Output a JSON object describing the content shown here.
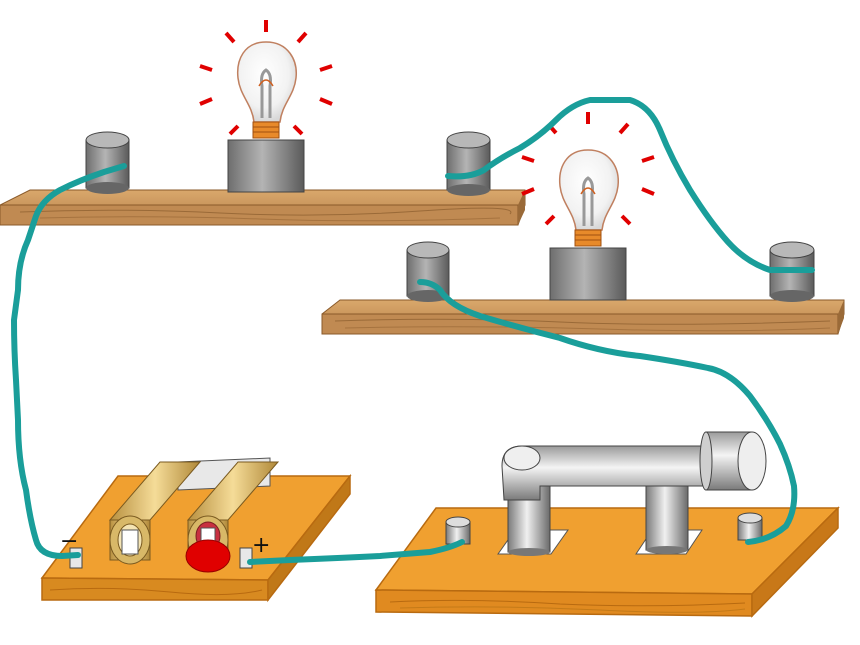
{
  "colors": {
    "wire": "#1a9e9a",
    "shelf": "#c89a63",
    "shelf_edge": "#8a5a2a",
    "base": "#f0a030",
    "base_edge": "#b86a10",
    "terminal": "#8a8a8a",
    "glow": "#e00000",
    "battery_cell": "#e8c878",
    "button": "#e00000"
  },
  "components": {
    "bulbs": [
      {
        "state": "lit",
        "icon": "light-bulb-icon"
      },
      {
        "state": "lit",
        "icon": "light-bulb-icon"
      }
    ],
    "battery_box": {
      "cells": 2,
      "positive_symbol": "+",
      "negative_symbol": "−"
    },
    "knife_switch": {
      "state": "closed"
    }
  }
}
